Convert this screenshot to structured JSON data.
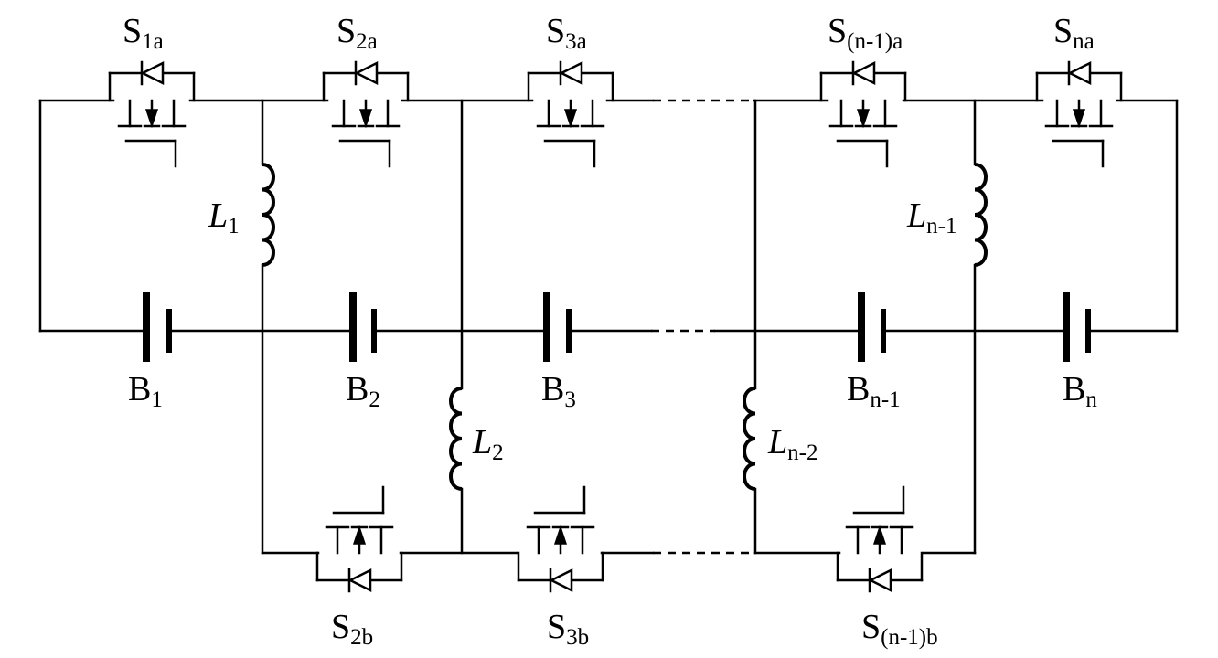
{
  "diagram": {
    "top_switches": [
      {
        "id": "s1a",
        "main": "S",
        "sub": "1a"
      },
      {
        "id": "s2a",
        "main": "S",
        "sub": "2a"
      },
      {
        "id": "s3a",
        "main": "S",
        "sub": "3a"
      },
      {
        "id": "sn1a",
        "main": "S",
        "sub": "(n-1)a"
      },
      {
        "id": "sna",
        "main": "S",
        "sub": "na"
      }
    ],
    "bottom_switches": [
      {
        "id": "s2b",
        "main": "S",
        "sub": "2b"
      },
      {
        "id": "s3b",
        "main": "S",
        "sub": "3b"
      },
      {
        "id": "sn1b",
        "main": "S",
        "sub": "(n-1)b"
      }
    ],
    "batteries": [
      {
        "id": "b1",
        "main": "B",
        "sub": "1"
      },
      {
        "id": "b2",
        "main": "B",
        "sub": "2"
      },
      {
        "id": "b3",
        "main": "B",
        "sub": "3"
      },
      {
        "id": "bn1",
        "main": "B",
        "sub": "n-1"
      },
      {
        "id": "bn",
        "main": "B",
        "sub": "n"
      }
    ],
    "inductors": [
      {
        "id": "l1",
        "main": "L",
        "sub": "1"
      },
      {
        "id": "l2",
        "main": "L",
        "sub": "2"
      },
      {
        "id": "ln2",
        "main": "L",
        "sub": "n-2"
      },
      {
        "id": "ln1",
        "main": "L",
        "sub": "n-1"
      }
    ]
  }
}
